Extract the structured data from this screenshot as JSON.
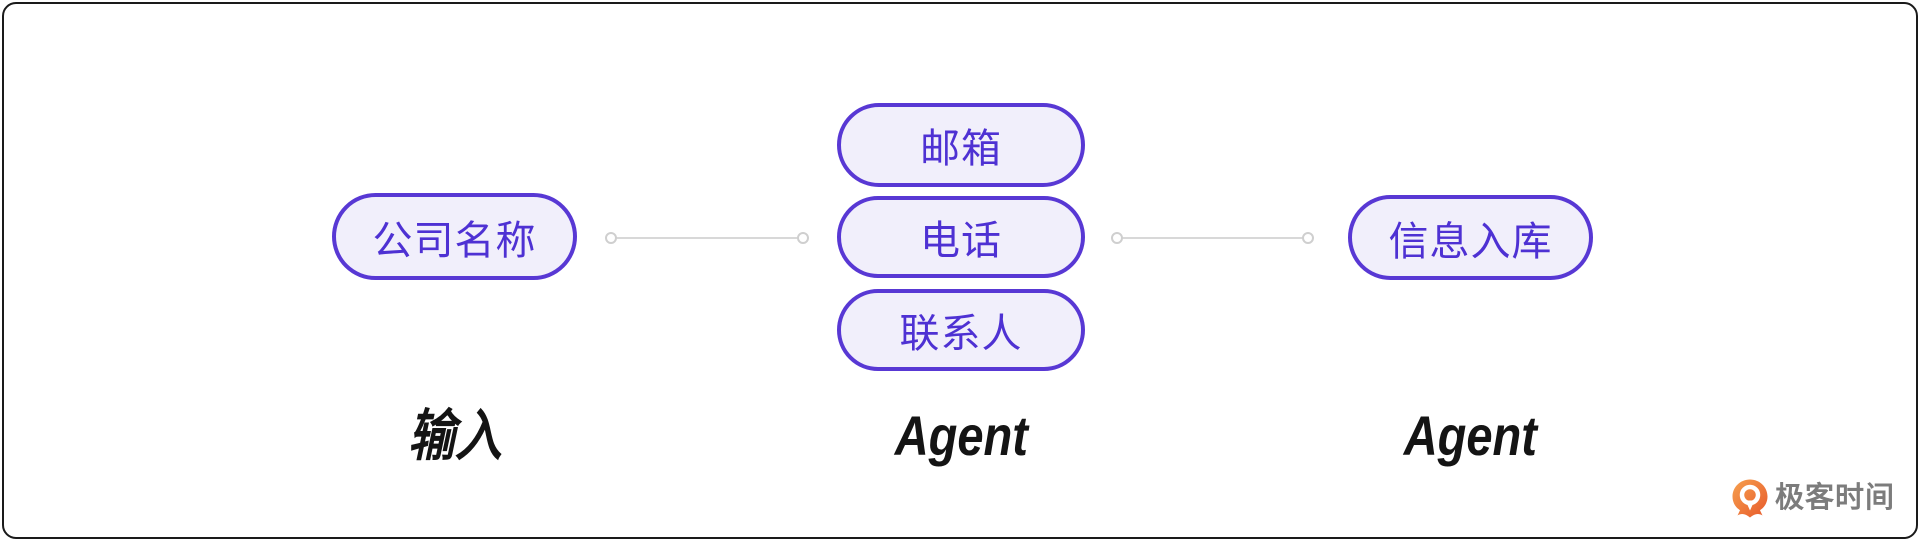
{
  "colors": {
    "node_border": "#5838d4",
    "node_fill": "#f1effb",
    "node_text": "#4e31d3",
    "connector": "#d8d8d8",
    "stage_label_text": "#141414",
    "frame_border": "#1a1a1a",
    "logo_orange_top": "#f6a04e",
    "logo_orange_bottom": "#e7592b",
    "logo_text_gray": "#7c7c7c"
  },
  "diagram": {
    "input_node": {
      "label": "公司名称"
    },
    "agent_nodes": [
      {
        "label": "邮箱"
      },
      {
        "label": "电话"
      },
      {
        "label": "联系人"
      }
    ],
    "output_node": {
      "label": "信息入库"
    },
    "stages": [
      {
        "label": "输入"
      },
      {
        "label": "Agent"
      },
      {
        "label": "Agent"
      }
    ]
  },
  "footer": {
    "logo_text": "极客时间",
    "logo_icon": "geektime-logo-icon"
  }
}
